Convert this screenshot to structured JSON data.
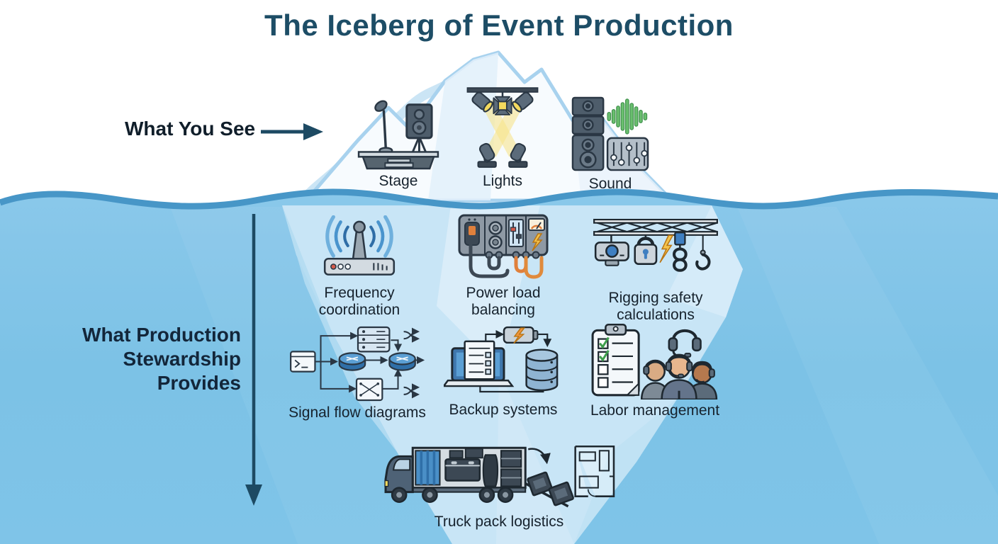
{
  "title": "The Iceberg of Event Production",
  "colors": {
    "title_text": "#1d4d66",
    "label_text": "#16222d",
    "water": "#7cc2e6",
    "waterline": "#4796c7",
    "iceberg_above_fill": "#f7fbfe",
    "iceberg_above_stroke": "#a8d2ee",
    "iceberg_below": "#c8e5f6",
    "arrow": "#1d4a63",
    "accent_yellow": "#f3d95e",
    "accent_green": "#6abf6e",
    "accent_orange": "#e0803c"
  },
  "above_water": {
    "label": "What You See",
    "arrow_icon": "right-arrow-icon",
    "items": [
      {
        "label": "Stage",
        "icon": "stage-icon"
      },
      {
        "label": "Lights",
        "icon": "lights-icon"
      },
      {
        "label": "Sound",
        "icon": "sound-icon"
      }
    ]
  },
  "below_water": {
    "label": "What Production Stewardship Provides",
    "arrow_icon": "down-arrow-icon",
    "items": [
      {
        "label": "Frequency coordination",
        "icon": "antenna-icon"
      },
      {
        "label": "Power load balancing",
        "icon": "power-distro-icon"
      },
      {
        "label": "Rigging safety calculations",
        "icon": "rigging-truss-icon"
      },
      {
        "label": "Signal flow diagrams",
        "icon": "signal-flow-icon"
      },
      {
        "label": "Backup systems",
        "icon": "backup-systems-icon"
      },
      {
        "label": "Labor management",
        "icon": "crew-clipboard-icon"
      },
      {
        "label": "Truck pack logistics",
        "icon": "truck-pack-icon"
      }
    ]
  }
}
